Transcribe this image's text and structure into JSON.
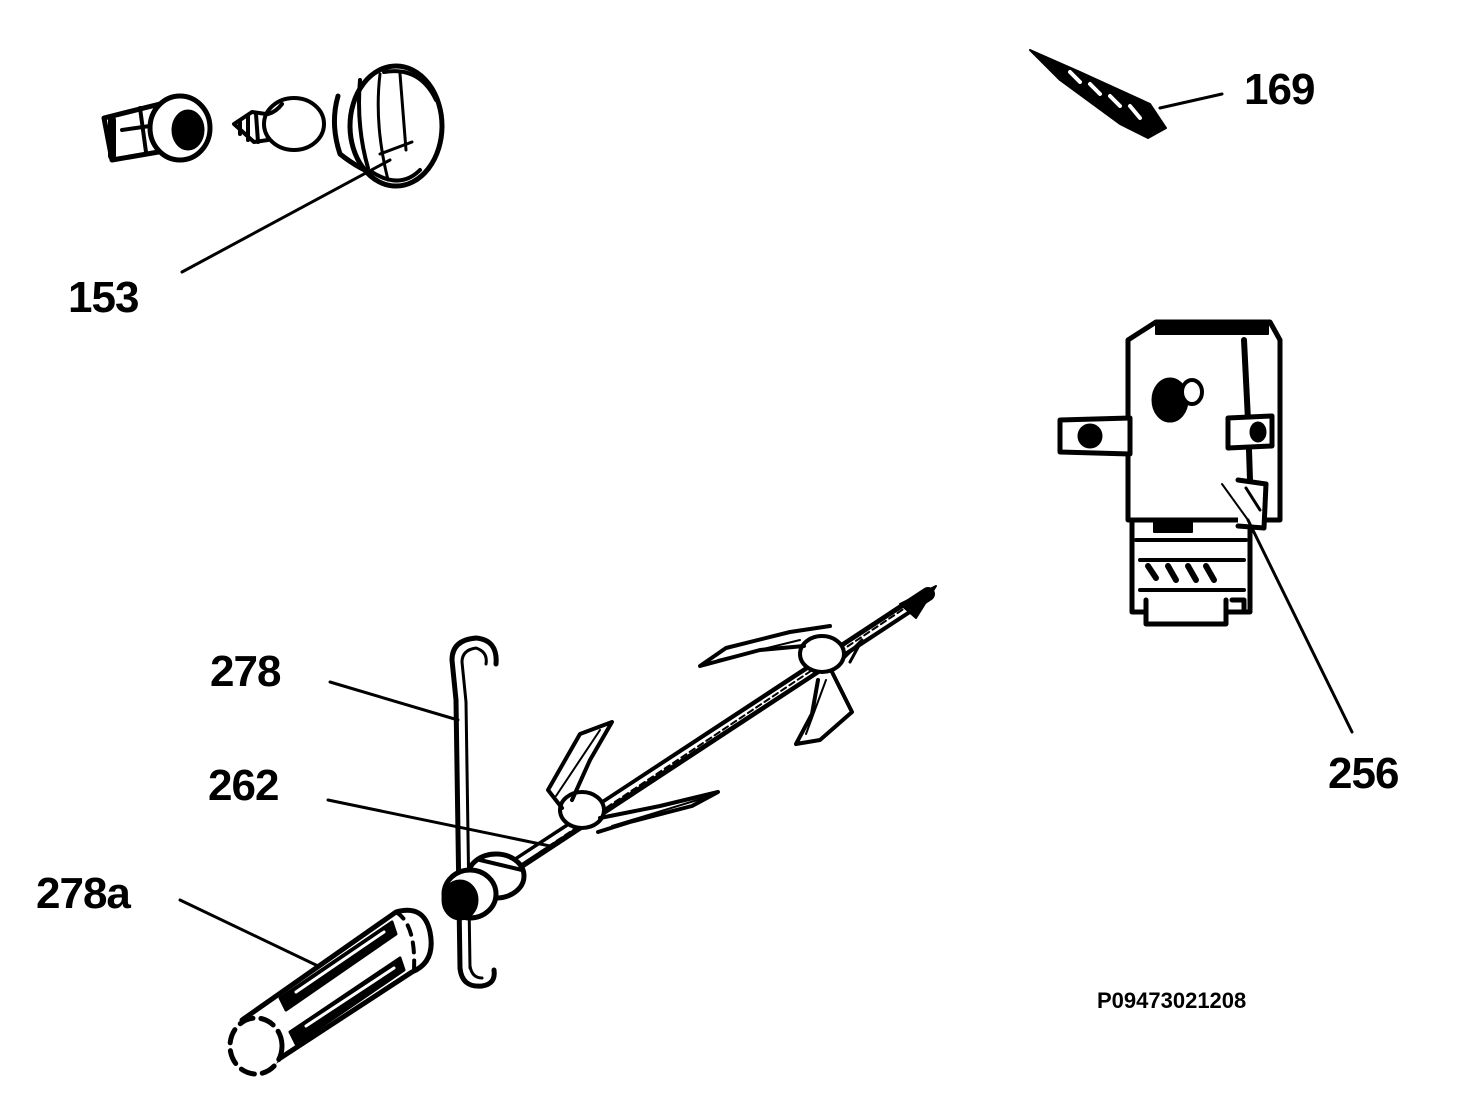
{
  "labels": {
    "p153": "153",
    "p169": "169",
    "p278": "278",
    "p262": "262",
    "p278a": "278a",
    "p256": "256"
  },
  "drawing_code": "P09473021208",
  "colors": {
    "ink": "#000000",
    "paper": "#ffffff"
  }
}
